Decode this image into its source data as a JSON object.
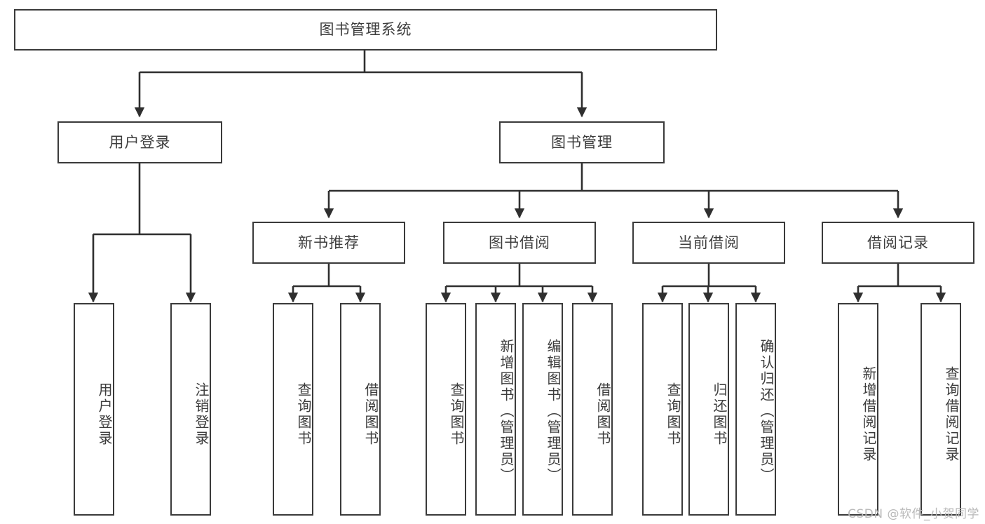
{
  "diagram": {
    "title": "图书管理系统",
    "type": "tree-hierarchy-diagram",
    "colors": {
      "border": "#3a3a3a",
      "text": "#3d3d3d",
      "background": "#ffffff",
      "watermark": "#b9b9b9"
    },
    "root": {
      "label": "图书管理系统"
    },
    "level2": [
      {
        "label": "用户登录"
      },
      {
        "label": "图书管理"
      }
    ],
    "level3": [
      {
        "label": "新书推荐"
      },
      {
        "label": "图书借阅"
      },
      {
        "label": "当前借阅"
      },
      {
        "label": "借阅记录"
      }
    ],
    "leaves": {
      "user_login": [
        {
          "label": "用户登录"
        },
        {
          "label": "注销登录"
        }
      ],
      "new_book_recommend": [
        {
          "label": "查询图书"
        },
        {
          "label": "借阅图书"
        }
      ],
      "book_borrow": [
        {
          "label": "查询图书"
        },
        {
          "label": "新增图书（管理员）"
        },
        {
          "label": "编辑图书（管理员）"
        },
        {
          "label": "借阅图书"
        }
      ],
      "current_borrow": [
        {
          "label": "查询图书"
        },
        {
          "label": "归还图书"
        },
        {
          "label": "确认归还（管理员）"
        }
      ],
      "borrow_records": [
        {
          "label": "新增借阅记录"
        },
        {
          "label": "查询借阅记录"
        }
      ]
    }
  },
  "watermark": {
    "text": "CSDN @软件_小贺同学"
  }
}
